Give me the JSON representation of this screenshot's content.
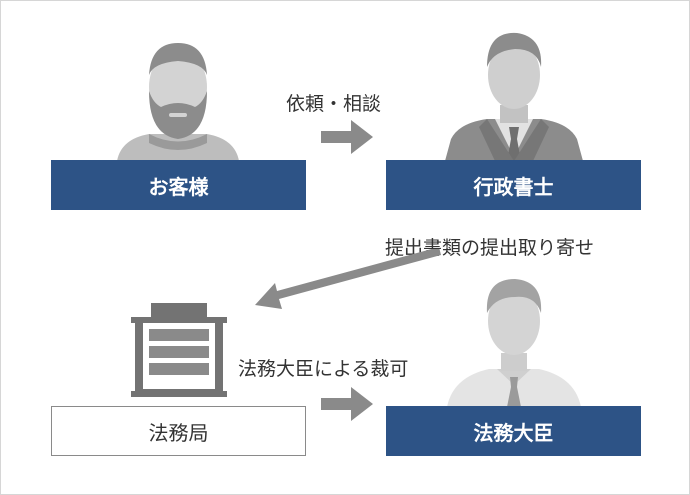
{
  "nodes": {
    "customer": "お客様",
    "scrivener": "行政書士",
    "bureau": "法務局",
    "minister": "法務大臣"
  },
  "edges": {
    "consult": "依頼・相談",
    "submit": "提出書類の提出取り寄せ",
    "approval": "法務大臣による裁可"
  },
  "colors": {
    "box_fill": "#2d5386",
    "arrow": "#8a8a8a",
    "person": "#8c8c8c"
  },
  "icons": {
    "customer": "bearded-man-icon",
    "scrivener": "man-in-suit-icon",
    "bureau": "building-icon",
    "minister": "man-in-shirt-icon"
  }
}
